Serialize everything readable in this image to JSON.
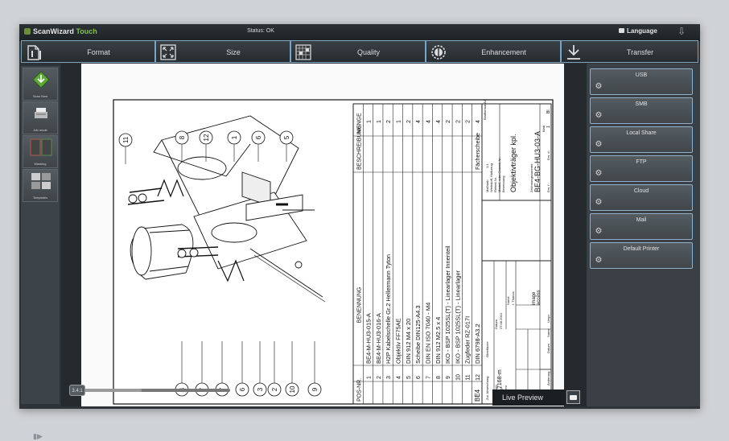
{
  "app": {
    "brand": "ScanWizard",
    "brand_suffix": "Touch",
    "status": "Status: OK",
    "language": "Language"
  },
  "tabs": [
    {
      "label": "Format",
      "icon": "format-icon"
    },
    {
      "label": "Size",
      "icon": "size-icon"
    },
    {
      "label": "Quality",
      "icon": "quality-icon"
    },
    {
      "label": "Enhancement",
      "icon": "enhancement-icon"
    },
    {
      "label": "Transfer",
      "icon": "transfer-icon"
    }
  ],
  "tools": [
    {
      "label": "Scan Now",
      "icon": "scan-now-icon"
    },
    {
      "label": "Job mode",
      "icon": "job-mode-icon"
    },
    {
      "label": "Masking",
      "icon": "masking-icon"
    },
    {
      "label": "Templates",
      "icon": "templates-icon"
    }
  ],
  "preview": {
    "zoom": "3.4:1",
    "live_label": "Live Preview",
    "drawing": {
      "header": {
        "pos": "POS-NR.",
        "name": "BENENNUNG",
        "desc": "BESCHREIBUNG",
        "qty": "MENGE"
      },
      "parts": [
        {
          "pos": "1",
          "name": "BE4-M-HU3-015-A",
          "qty": "1"
        },
        {
          "pos": "2",
          "name": "BE4-M-HU3-016-A",
          "qty": "1"
        },
        {
          "pos": "3",
          "name": "H2P Kabelschelle Gr.2 Hellermann Tyton",
          "qty": "2"
        },
        {
          "pos": "4",
          "name": "Objektiv FF75AE",
          "qty": "1"
        },
        {
          "pos": "5",
          "name": "DIN 912 M4 x 20",
          "qty": "2"
        },
        {
          "pos": "6",
          "name": "Scheibe DIN125-A4.3",
          "qty": "4"
        },
        {
          "pos": "7",
          "name": "DIN EN ISO 7040 - M4",
          "qty": "4"
        },
        {
          "pos": "8",
          "name": "DIN 912 M2.5 x 4",
          "qty": "4"
        },
        {
          "pos": "9",
          "name": "IKO - BSP 1025SL(T) - Linearlager Innenteil",
          "qty": "2"
        },
        {
          "pos": "10",
          "name": "IKO - BSP 1025SL(T) - Linearlager",
          "qty": "2"
        },
        {
          "pos": "11",
          "name": "Zugfeder RZ-017I",
          "qty": "2"
        },
        {
          "pos": "12",
          "name": "DIN 6798-A3.2",
          "desc": "Fächerscheibe",
          "qty": "4"
        }
      ],
      "title": {
        "code": "BE4",
        "format": "Blattformat A4",
        "tolerance": "Zul. Abweichung",
        "surface": "Oberfläche",
        "standard": "DIN 7168-m",
        "scale_label": "Maßstab",
        "scale": "1:1",
        "material": "Werkstoff, Halbzeug",
        "raw": "Rohteil-Nr.",
        "model": "Modell- oder Gesenk-Nr.",
        "designation_label": "Benennung",
        "designation": "Objektivträger kpl.",
        "drawing_no_label": "Zeichnungsnummer:",
        "drawing_no": "BE4-BG-HU3-03-A",
        "sheet_label": "Blatt",
        "sheet": "1",
        "sheet_total": "Bl.",
        "date_label": "Datum",
        "name_label": "Name",
        "date": "27.08.2010",
        "author": "I. Thanos",
        "row_bearb": "Bearb.",
        "row_gepr": "Gepr.",
        "row_norm": "Norm",
        "replaces": "Ers. f.:",
        "replaced_by": "Ers. d.:",
        "zust": "Zust.",
        "change": "Änderung",
        "datum": "Datum",
        "name": "Name",
        "ursp": "Urspr.",
        "logo_line1": "image",
        "logo_line2": "access"
      },
      "callouts": [
        "11",
        "8",
        "12",
        "1",
        "6",
        "5",
        "4",
        "7",
        "7",
        "6",
        "3",
        "2",
        "10",
        "9"
      ]
    }
  },
  "destinations": [
    {
      "label": "USB"
    },
    {
      "label": "SMB"
    },
    {
      "label": "Local Share"
    },
    {
      "label": "FTP"
    },
    {
      "label": "Cloud"
    },
    {
      "label": "Mail"
    },
    {
      "label": "Default Printer"
    }
  ],
  "colors": {
    "accent": "#7fc24a",
    "tab_border": "#7fa2bd",
    "panel": "#3a4045"
  }
}
